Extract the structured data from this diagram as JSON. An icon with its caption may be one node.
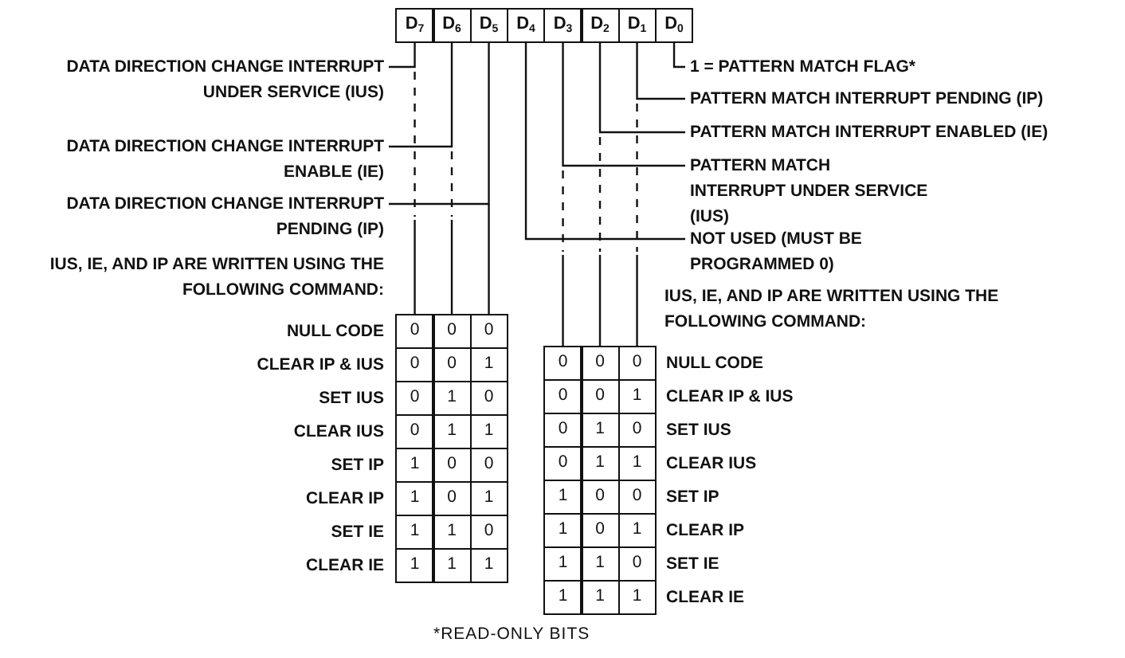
{
  "diagram": {
    "nodes": [
      {
        "text": [
          "D$_{7}$"
        ]
      },
      {
        "text": [
          "D$_{6}$"
        ]
      },
      {
        "text": [
          "D$_{5}$"
        ]
      },
      {
        "text": [
          "D$_{4}$"
        ]
      },
      {
        "text": [
          "D$_{3}$"
        ]
      },
      {
        "text": [
          "D$_{2}$"
        ]
      },
      {
        "text": [
          "D$_{1}$"
        ]
      },
      {
        "text": [
          "D$_{0}$"
        ]
      },
      {
        "text": [
          "DATA DIRECTION CHANGE INTERRUPT UNDER SERVICE (IUS)"
        ]
      },
      {
        "text": [
          "DATA DIRECTION CHANGE INTERRUPT ENABLE (IE)"
        ]
      },
      {
        "text": [
          "DATA DIRECTION CHANGE INTERRUPT PENDING (IP)"
        ]
      },
      {
        "text": [
          "1 = PATTERN MATCH FLAG*"
        ]
      },
      {
        "text": [
          "PATTERN MATCH INTERRUPT PENDING (IP)"
        ]
      },
      {
        "text": [
          "PATTERN MATCH INTERRUPT ENABLED (IE)"
        ]
      },
      {
        "text": [
          "PATTERN MATCH INTERRUPT UNDER SERVICE (IUS)"
        ]
      },
      {
        "text": [
          "NOT USED (MUST BE PROGRAMMED 0)"
        ]
      }
    ],
    "edges": [
      {
        "from": 0,
        "to": 8,
        "arrow": "none"
      },
      {
        "from": 1,
        "to": 9,
        "arrow": "none"
      },
      {
        "from": 2,
        "to": 10,
        "arrow": "none"
      },
      {
        "from": 7,
        "to": 11,
        "arrow": "none"
      },
      {
        "from": 6,
        "to": 12,
        "arrow": "none"
      },
      {
        "from": 5,
        "to": 13,
        "arrow": "none"
      },
      {
        "from": 4,
        "to": 14,
        "arrow": "none"
      },
      {
        "from": 3,
        "to": 15,
        "arrow": "none"
      }
    ],
    "labels": [
      "IUS, IE, AND IP ARE WRITTEN USING THE FOLLOWING COMMAND:",
      "NULL CODE",
      "0",
      "0",
      "0",
      "CLEAR IP & IUS",
      "0",
      "0",
      "1",
      "SET IUS",
      "0",
      "1",
      "0",
      "CLEAR IUS",
      "0",
      "1",
      "1",
      "SET IP",
      "1",
      "0",
      "0",
      "CLEAR IP",
      "1",
      "0",
      "1",
      "SET IE",
      "1",
      "1",
      "0",
      "CLEAR IE",
      "1",
      "1",
      "1",
      "IUS, IE, AND IP ARE WRITTEN USING THE FOLLOWING COMMAND:",
      "0",
      "0",
      "0",
      "NULL CODE",
      "0",
      "0",
      "1",
      "CLEAR IP & IUS",
      "0",
      "1",
      "0",
      "SET IUS",
      "0",
      "1",
      "1",
      "CLEAR IUS",
      "1",
      "0",
      "0",
      "SET IP",
      "1",
      "0",
      "1",
      "CLEAR IP",
      "1",
      "1",
      "0",
      "SET IE",
      "1",
      "1",
      "1",
      "CLEAR IE",
      "*READ-ONLY BITS"
    ]
  }
}
